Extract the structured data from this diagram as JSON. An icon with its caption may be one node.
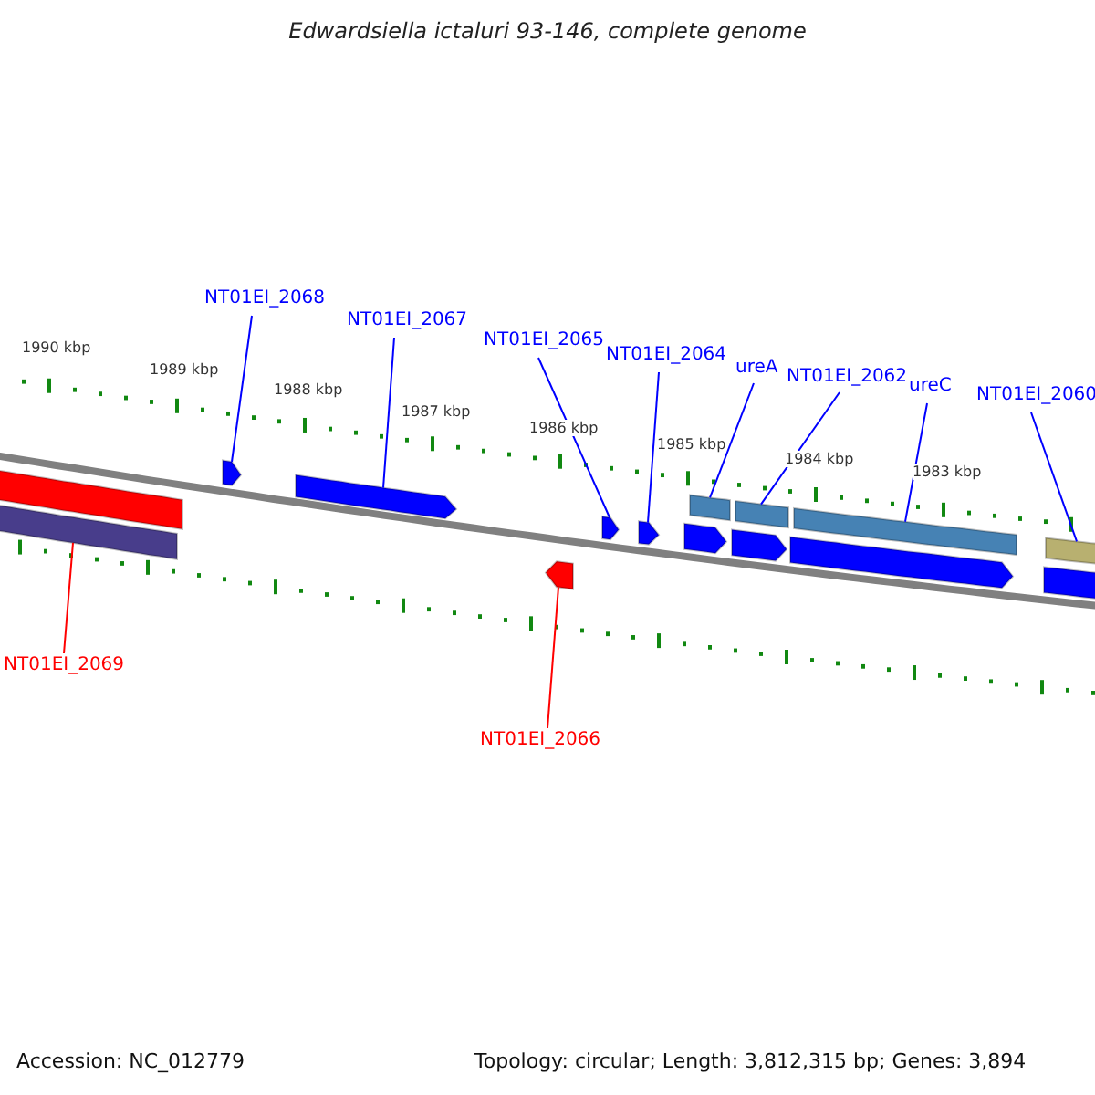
{
  "diagram": {
    "title": "Edwardsiella ictaluri 93-146, complete genome",
    "nodes": [
      {
        "text": [
          "NT01EI_2068"
        ]
      },
      {
        "text": [
          "NT01EI_2067"
        ]
      },
      {
        "text": [
          "NT01EI_2065"
        ]
      },
      {
        "text": [
          "NT01EI_2064"
        ]
      },
      {
        "text": [
          "ureA"
        ]
      },
      {
        "text": [
          "NT01EI_2062"
        ]
      },
      {
        "text": [
          "ureC"
        ]
      },
      {
        "text": [
          "NT01EI_2060"
        ]
      },
      {
        "text": [
          "NT01EI_2069"
        ]
      },
      {
        "text": [
          "NT01EI_2066"
        ]
      },
      {
        "text": [],
        "shape": "bar"
      },
      {
        "text": [],
        "shape": "bar"
      },
      {
        "text": [],
        "shape": "bar"
      },
      {
        "text": [],
        "shape": "bar"
      },
      {
        "text": [],
        "shape": "bar"
      },
      {
        "text": [],
        "shape": "bar"
      },
      {
        "text": [],
        "shape": "bar"
      },
      {
        "text": [],
        "shape": "bar"
      },
      {
        "text": [],
        "shape": "bar"
      },
      {
        "text": [],
        "shape": "bar"
      },
      {
        "text": [],
        "shape": "bar"
      },
      {
        "text": [],
        "shape": "bar"
      },
      {
        "text": [],
        "shape": "bar"
      },
      {
        "text": [],
        "shape": "bar"
      },
      {
        "text": [],
        "shape": "bar"
      }
    ],
    "edges": [
      {
        "from": 0,
        "to": 10,
        "arrow": "none"
      },
      {
        "from": 1,
        "to": 11,
        "arrow": "none"
      },
      {
        "from": 2,
        "to": 12,
        "arrow": "none"
      },
      {
        "from": 3,
        "to": 13,
        "arrow": "none"
      },
      {
        "from": 4,
        "to": 14,
        "arrow": "none"
      },
      {
        "from": 5,
        "to": 15,
        "arrow": "none"
      },
      {
        "from": 6,
        "to": 16,
        "arrow": "none"
      },
      {
        "from": 7,
        "to": 17,
        "arrow": "none"
      },
      {
        "from": 8,
        "to": 18,
        "arrow": "none",
        "color": "#ff0000"
      },
      {
        "from": 9,
        "to": 19,
        "arrow": "none",
        "color": "#ff0000"
      }
    ],
    "labels": [
      "1990 kbp",
      "1989 kbp",
      "1988 kbp",
      "1987 kbp",
      "1986 kbp",
      "1985 kbp",
      "1984 kbp",
      "1983 kbp",
      "Accession: NC_012779",
      "Topology: circular; Length: 3,812,315 bp; Genes: 3,894"
    ]
  }
}
